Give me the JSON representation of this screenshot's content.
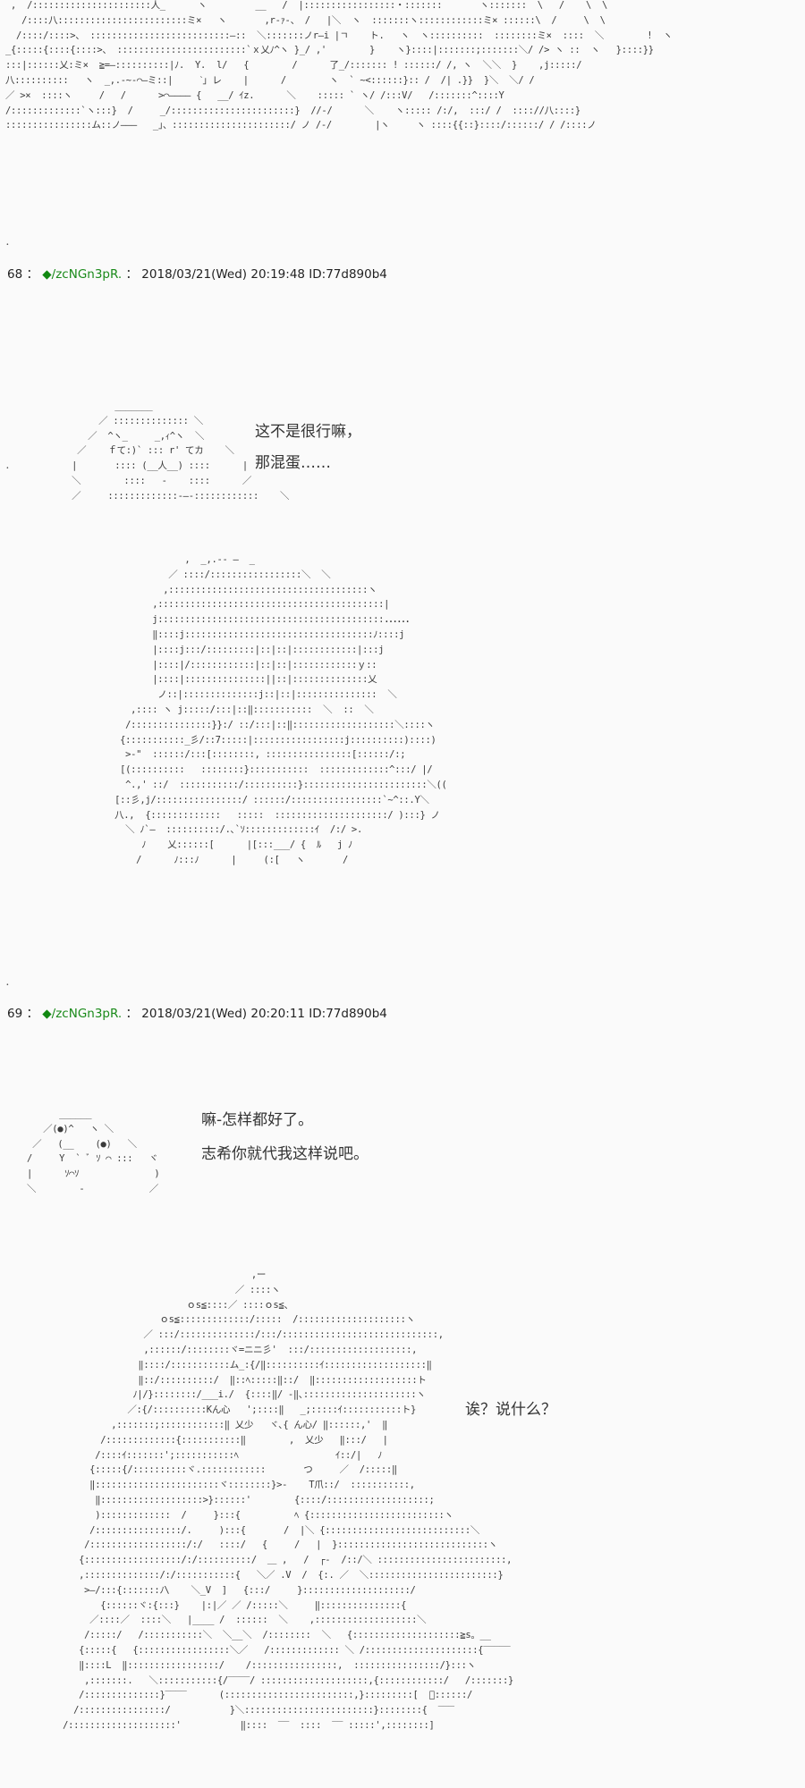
{
  "posts": [
    {
      "number": "68",
      "separator": "：",
      "trip_icon": "diamond-icon",
      "trip": "/zcNGn3pR.",
      "datetime": "2018/03/21(Wed) 20:19:48",
      "id": "ID:77d890b4",
      "lines": [
        "这不是很行嘛，",
        "那混蛋……"
      ],
      "ellipsis": "……"
    },
    {
      "number": "69",
      "separator": "：",
      "trip_icon": "diamond-icon",
      "trip": "/zcNGn3pR.",
      "datetime": "2018/03/21(Wed) 20:20:11",
      "id": "ID:77d890b4",
      "lines": [
        "嘛-怎样都好了。",
        "志希你就代我这样说吧。"
      ],
      "reply": "诶？说什么？"
    }
  ],
  "colors": {
    "trip": "#1a8a1a",
    "background": "#fafafa"
  },
  "art": {
    "top": " ,  /::::::::::::::::::::::人_      ヽ         __   /  |:::::::::::::::::・:::::::       ヽ:::::::  \\   /    \\  \\\n   /::::八::::::::::::::::::::::::ミ×   ヽ       ,r-ｧ-、 /   |＼  ヽ  :::::::ヽ::::::::::::ミ× ::::::\\  /     \\  \\\n  /::::/::::>、 ::::::::::::::::::::::::::―::  ＼:::::::ノr―i |ㄱ    ト.   ヽ  ヽ::::::::::  ::::::::ミ×  ::::  ＼        !  ヽ\n_{:::::{::::{::::>、 ::::::::::::::::::::::::`ｘ乂ﾉ^ヽ }_/ ,'        }    ヽ}::::|:::::::;:::::::＼/ /> ヽ ::  ヽ   }::::}}\n:::|::::::乂:ミ×  ≧=―::::::::::|ﾉ.  Y.  l/   {        /      了_/::::::: ! ::::::/ /, ヽ  ＼＼  }    ,j:::::/\n八::::::::::   ヽ  _,.-~‐⌒―ミ::|     ˋ｣ レ    |      /        ヽ  ` ~<::::::}:: /  /| .}}  }＼  ＼/ /\n／ >×  ::::ヽ     /   /      >⌒―――― {   __/ ｲz.      ＼    ::::: ` ヽ/ /:::V/   /:::::::^::::Y\n/:::::::::::::`ヽ:::}  /     _/:::::::::::::::::::::::}  //‐/      ＼    ヽ::::: /:/,  :::/ /  :::://八::::}\n::::::::::::::::ム::ノ―――   _｣、::::::::::::::::::::::/ ノ /‐/        |ヽ     ヽ ::::{{::}::::/::::::/ / /::::ノ",
    "face1": "           _______\n        ／ :::::::::::::: ＼\n      ／  ^ヽ_     _,ｨ^ヽ  ＼\n    ／    ｆて:)` ::: r' てカ    ＼\n   |       :::: (__人__) ::::      |\n   ＼        ::::   ‐    ::::      ／\n   ／     :::::::::::::‐―‐::::::::::::    ＼",
    "figure1": "                 ,  _,.-‐ ―  _\n              ／ ::::/:::::::::::::::::＼  ＼\n             ,:::::::::::::::::::::::::::::::::::::ヽ\n           ,::::::::::::::::::::::::::::::::::::::::::|\n           j:::::::::::::::::::::::::::::::::::::::::::::j\n           ‖::::j:::::::::::::::::::::::::::::::::::ﾉ::::j\n           |::::j:::/:::::::::|::|::|::::::::::::|:::j\n           |::::|/::::::::::::|::|::|::::::::::::ｙ::\n           |::::|:::::::::::::::||::|::::::::::::::乂\n            ノ::|::::::::::::::j::|::|:::::::::::::::  ＼\n       ,:::: ヽ j:::::/:::|::‖:::::::::::  ＼  ::  ＼\n      /:::::::::::::::}}:/ ::/:::|::‖:::::::::::::::::::＼::::ヽ\n     {:::::::::::_彡/::7:::::|:::::::::::::::::j::::::::::)::::)\n      >‐\"  ::::::/:::[::::::::, ::::::::::::::::[::::::/:;\n     [(::::::::::   ::::::::}:::::::::::  :::::::::::::^:::/ |/\n      ^.,' ::/  :::::::::::/::::::::::}:::::::::::::::::::::::＼((\n    [::彡,j/::::::::::::::::/ ::::::/:::::::::::::::::`~^::.Y＼\n    八.,  {:::::::::::::   :::::  :::::::::::::::::::::/ ):::} ノ\n      ＼ ﾉ`―  ::::::::::/.､`ｿ:::::::::::::ｲ  /:/ >.\n         ﾉ    乂::::::[      |[:::___/ {  ﾙ   j ﾉ\n        /      ﾉ:::ﾉ      |     (:[   ヽ       /",
    "face2": "        ______\n     ／(●)^   ヽ ＼\n   ／   (__    (●)   ＼\n  /     Y  ` ﾞ ｿ ⌒ :::   ヾ\n  |      ｿ⌒ｿ              )\n  ＼        ‐            ／",
    "figure2": "                                      ,ー\n                                   ／ ::::ヽ\n                          ｏs≦::::／ ::::ｏs≦、\n                     ｏs≦:::::::::::::/:::::  /::::::::::::::::::::ヽ\n                  ／ :::/::::::::::::::/:::/:::::::::::::::::::::::::::::,\n                  ,::::::/::::::::ヾ=ニニ彡'  :::/:::::::::::::::::::,\n                 ‖::::/:::::::::::ム_:{/‖::::::::::ｲ:::::::::::::::::::‖\n                 ‖::/::::::::::/  ‖::ﾍ:::::‖::/  ‖:::::::::::::::::::ト\n                ﾉ|/}::::::::/___i./  {::::‖/ ‐‖､:::::::::::::::::::::ヽ\n               ／:{/::::::::::Kん心   ';::::‖   _;:::::ｲ:::::::::::ト}\n            ,:::::::;::::::::::::‖ 乂少   ヾ､{ ん心/ ‖::::::,'  ‖\n          /:::::::::::::{:::::::::::‖        ,  乂少   ‖:::/   |\n         /::::ｲ:::::::';:::::::::::ﾍ                  ｲ::/|   ﾉ\n        {:::::{/::::::::::ヾ.::::::::::::       つ     ／  /:::::‖\n        ‖:::::::::::::::::::::::ヾ::::::::}>‐    T爪::/  :::::::::::,\n         ‖:::::::::::::::::::>}::::::'        {::::/:::::::::::::::::::;\n         ):::::::::::::  /     }:::{          ﾍ {:::::::::::::::::::::::::ヽ\n        /::::::::::::::::/.     ):::{       /  |＼ {:::::::::::::::::::::::::::＼\n       /::::::::::::::::::/:/   ::::/   {     /   |  }::::::::::::::::::::::::::::ヽ\n      {::::::::::::::::::/:/::::::::::/  ＿ ,   /  ┌‐  /::/＼ ::::::::::::::::::::::::,\n      ,::::::::::::::/:/:::::::::::{   ＼／ .V  /  {:. ／  ＼::::::::::::::::::::::::}\n       >―/:::{:::::::ﾉ\\    ＼_V  ]   {:::/     }::::::::::::::::::::/\n          {::::::ヾ:{:::}    |:|／ ／ /:::::＼     ‖:::::::::::::::{\n        ／::::／  ::::＼   |____ /  ::::::  ＼    ,:::::::::::::::::::＼\n       /:::::/   /:::::::::::＼  ＼__＼  /::::::::  ＼   {::::::::::::::::::::≧s。__\n      {:::::{   {:::::::::::::::::＼／   /::::::::::::: ＼ /:::::::::::::::::::::{‾‾‾‾‾\n      ‖::::L  ‖:::::::::::::::::/    /::::::::::::::::,  ::::::::::::::::/}:::ヽ\n       ,:::::::.   ＼:::::::::::{/‾‾‾‾/ ::::::::::::::::::::,{::::::::::::/   /:::::::}\n      /::::::::::::::}‾‾‾‾      (::::::::::::::::::::::::,}:::::::::[  ﾞ::::::/\n     /::::::::::::::::/           }＼::::::::::::::::::::::::}::::::::{  ‾‾‾\n   /::::::::::::::::::::'           ‖::::  ‾‾  ::::  ‾‾ :::::',::::::::]"
  },
  "dots": [
    "．",
    "．",
    "．"
  ]
}
